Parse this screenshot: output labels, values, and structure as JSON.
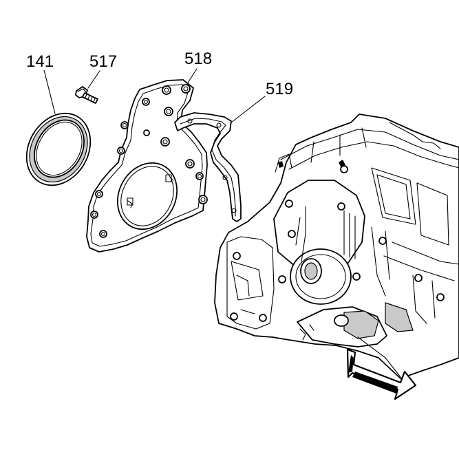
{
  "callouts": [
    {
      "id": "seal",
      "text": "141"
    },
    {
      "id": "bolt",
      "text": "517"
    },
    {
      "id": "cover",
      "text": "518"
    },
    {
      "id": "gasket",
      "text": "519"
    }
  ],
  "icons": {
    "direction_arrow": "front-of-engine-arrow-icon"
  }
}
